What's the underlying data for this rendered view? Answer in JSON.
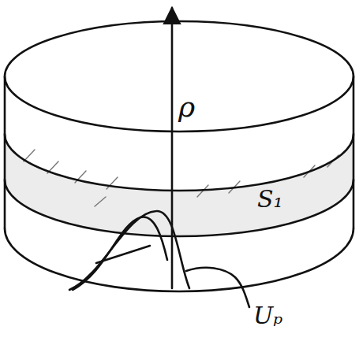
{
  "diagram": {
    "labels": [
      "ρ",
      "S₁",
      "Uₚ"
    ]
  }
}
